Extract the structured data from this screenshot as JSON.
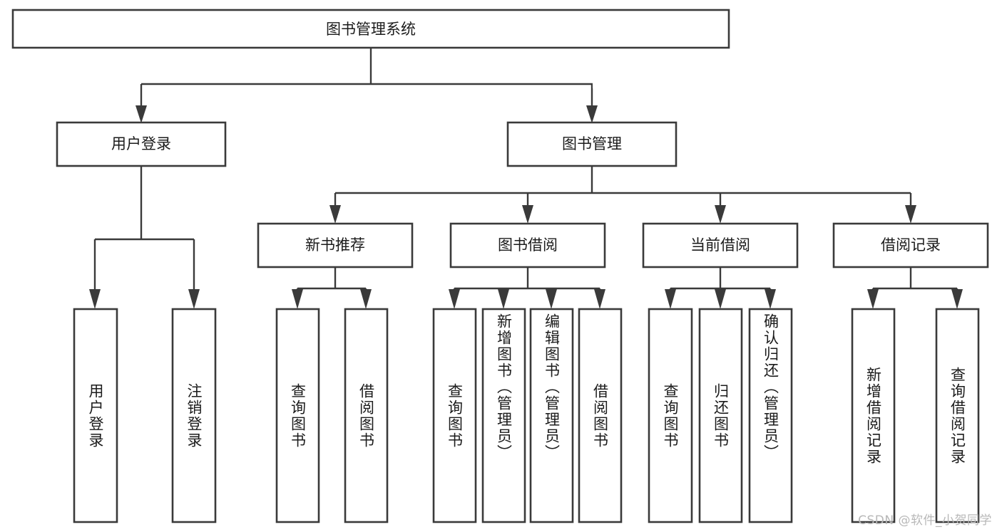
{
  "diagram": {
    "title": "图书管理系统",
    "type": "tree",
    "watermark": "CSDN @软件_小贺同学",
    "root": {
      "id": "root",
      "label": "图书管理系统"
    },
    "level2": [
      {
        "id": "user-login",
        "label": "用户登录"
      },
      {
        "id": "book-management",
        "label": "图书管理"
      }
    ],
    "level3": [
      {
        "id": "new-book-recommend",
        "label": "新书推荐",
        "parent": "book-management"
      },
      {
        "id": "book-borrow",
        "label": "图书借阅",
        "parent": "book-management"
      },
      {
        "id": "current-borrow",
        "label": "当前借阅",
        "parent": "book-management"
      },
      {
        "id": "borrow-record",
        "label": "借阅记录",
        "parent": "book-management"
      }
    ],
    "leaves": [
      {
        "id": "leaf-user-login",
        "label": "用户登录",
        "parent": "user-login"
      },
      {
        "id": "leaf-user-logout",
        "label": "注销登录",
        "parent": "user-login"
      },
      {
        "id": "leaf-query-book-1",
        "label": "查询图书",
        "parent": "new-book-recommend"
      },
      {
        "id": "leaf-borrow-book-1",
        "label": "借阅图书",
        "parent": "new-book-recommend"
      },
      {
        "id": "leaf-query-book-2",
        "label": "查询图书",
        "parent": "book-borrow"
      },
      {
        "id": "leaf-add-book",
        "label": "新增图书（管理员）",
        "parent": "book-borrow"
      },
      {
        "id": "leaf-edit-book",
        "label": "编辑图书（管理员）",
        "parent": "book-borrow"
      },
      {
        "id": "leaf-borrow-book-2",
        "label": "借阅图书",
        "parent": "book-borrow"
      },
      {
        "id": "leaf-query-book-3",
        "label": "查询图书",
        "parent": "current-borrow"
      },
      {
        "id": "leaf-return-book",
        "label": "归还图书",
        "parent": "current-borrow"
      },
      {
        "id": "leaf-confirm-return",
        "label": "确认归还（管理员）",
        "parent": "current-borrow"
      },
      {
        "id": "leaf-add-record",
        "label": "新增借阅记录",
        "parent": "borrow-record"
      },
      {
        "id": "leaf-query-record",
        "label": "查询借阅记录",
        "parent": "borrow-record"
      }
    ],
    "colors": {
      "box_stroke": "#3a3a3a",
      "box_fill": "#ffffff",
      "connector": "#3a3a3a",
      "text": "#1b1b1b",
      "watermark": "#b8b8b8",
      "background": "#ffffff"
    }
  }
}
